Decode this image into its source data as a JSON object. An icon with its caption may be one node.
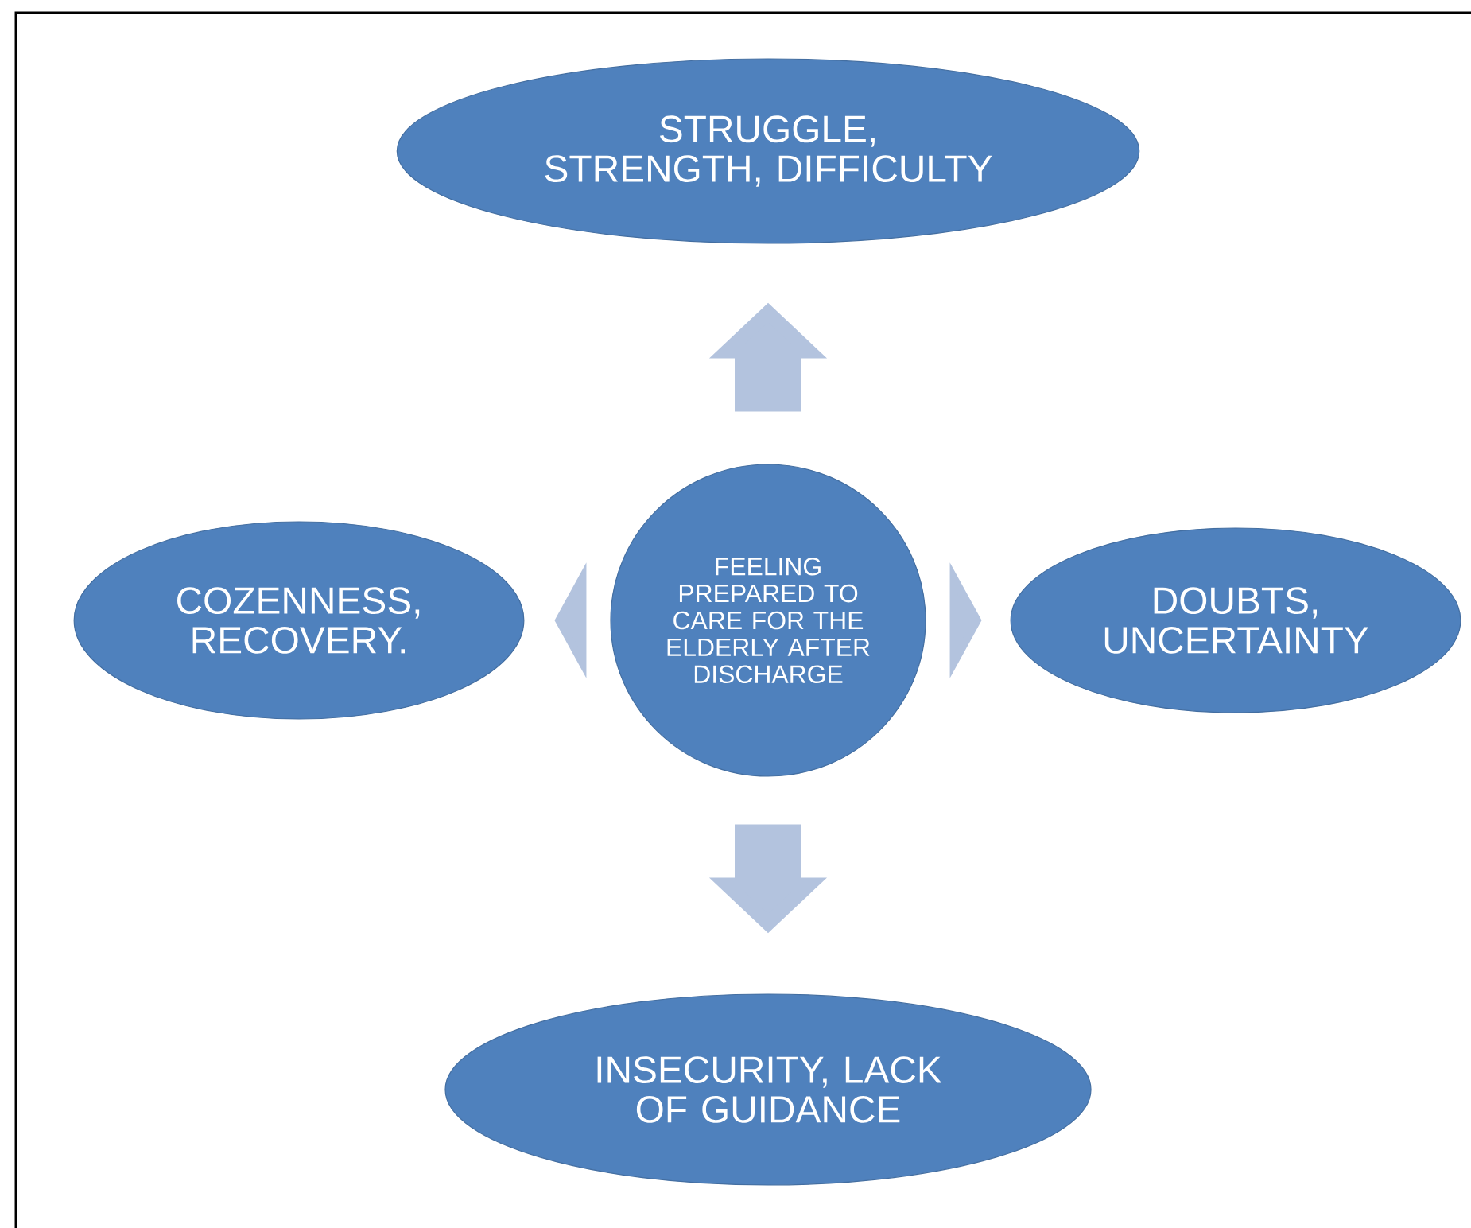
{
  "diagram": {
    "nodes": [
      {
        "text": [
          "STRUGGLE, STRENGTH, DIFFICULTY"
        ]
      },
      {
        "text": [
          "COZENNESS, RECOVERY."
        ]
      },
      {
        "text": [
          "FEELING PREPARED TO CARE FOR THE ELDERLY AFTER DISCHARGE"
        ]
      },
      {
        "text": [
          "DOUBTS, UNCERTAINTY"
        ]
      },
      {
        "text": [
          "INSECURITY, LACK OF GUIDANCE"
        ]
      }
    ],
    "edges": [
      {
        "from": 2,
        "to": 0,
        "arrow": "to"
      },
      {
        "from": 2,
        "to": 1,
        "arrow": "to"
      },
      {
        "from": 2,
        "to": 3,
        "arrow": "to"
      },
      {
        "from": 2,
        "to": 4,
        "arrow": "to"
      }
    ]
  }
}
